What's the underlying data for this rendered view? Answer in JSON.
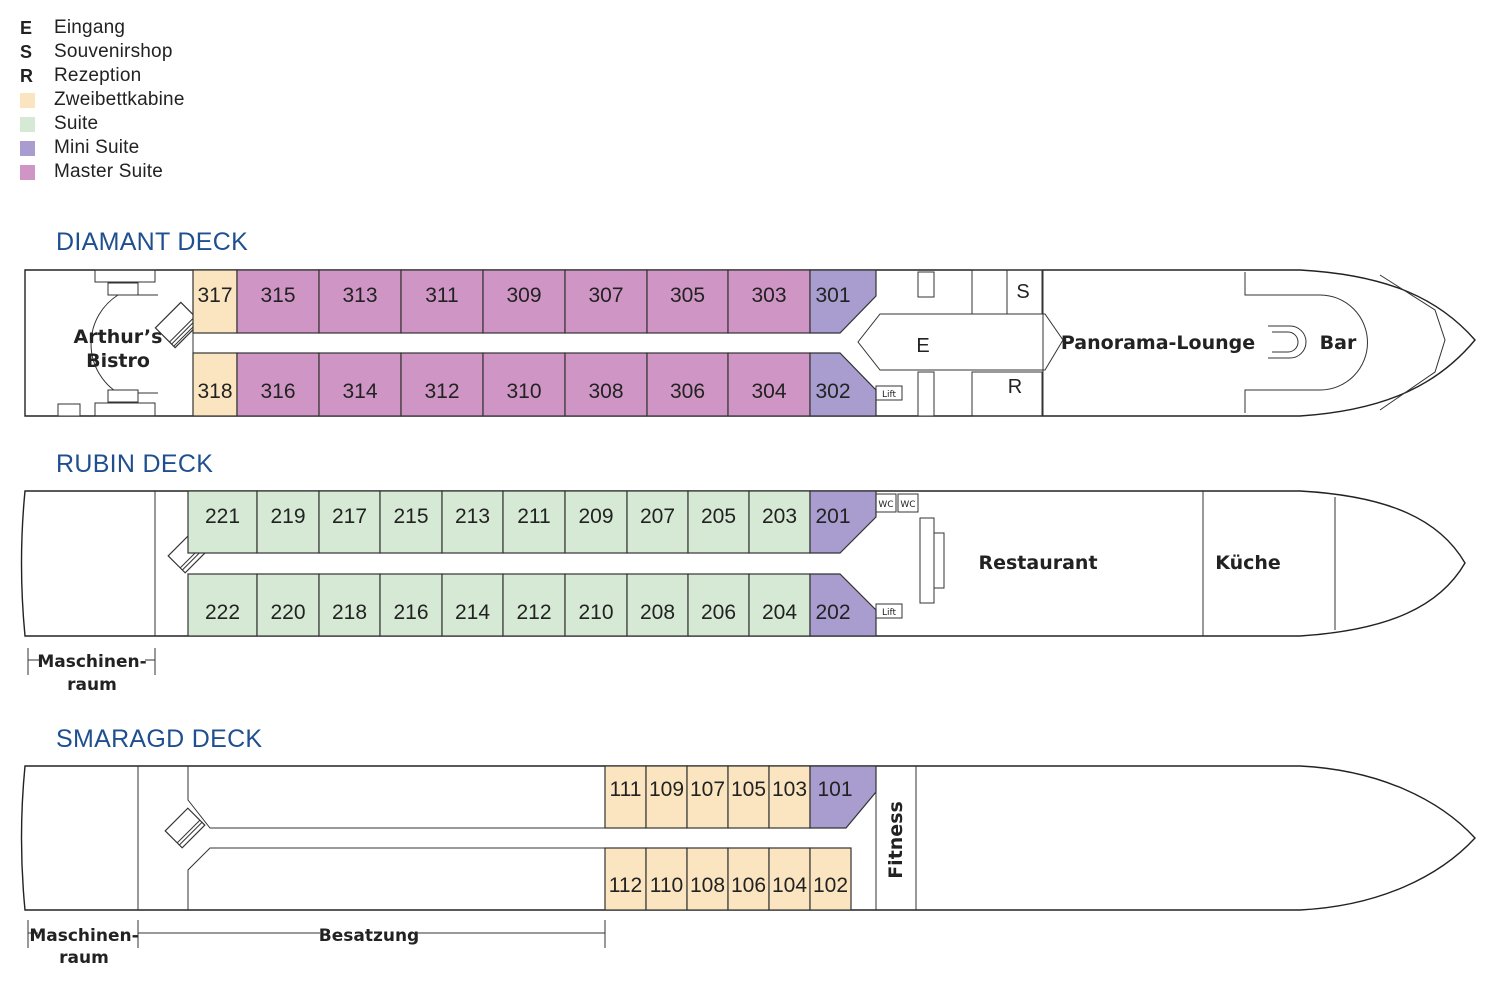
{
  "legend": [
    {
      "key": "E",
      "label": "Eingang"
    },
    {
      "key": "S",
      "label": "Souvenirshop"
    },
    {
      "key": "R",
      "label": "Rezeption"
    },
    {
      "swatch": "#fbe5c0",
      "label": "Zweibettkabine"
    },
    {
      "swatch": "#d5e9d5",
      "label": "Suite"
    },
    {
      "swatch": "#a99ccf",
      "label": "Mini Suite"
    },
    {
      "swatch": "#cf95c4",
      "label": "Master Suite"
    }
  ],
  "colors": {
    "twin": "#fbe5c0",
    "suite": "#d5e9d5",
    "mini_suite": "#a99ccf",
    "master_suite": "#cf95c4",
    "title": "#1f4f8f"
  },
  "decks": {
    "diamant": {
      "title": "DIAMANT DECK",
      "top_cabins": [
        "317",
        "315",
        "313",
        "311",
        "309",
        "307",
        "305",
        "303",
        "301"
      ],
      "bottom_cabins": [
        "318",
        "316",
        "314",
        "312",
        "310",
        "308",
        "306",
        "304",
        "302"
      ],
      "bistro": [
        "Arthur’s",
        "Bistro"
      ],
      "lounge": "Panorama-Lounge",
      "bar": "Bar",
      "entrance": "E",
      "shop": "S",
      "reception": "R",
      "lift": "Lift"
    },
    "rubin": {
      "title": "RUBIN DECK",
      "top_cabins": [
        "221",
        "219",
        "217",
        "215",
        "213",
        "211",
        "209",
        "207",
        "205",
        "203",
        "201"
      ],
      "bottom_cabins": [
        "222",
        "220",
        "218",
        "216",
        "214",
        "212",
        "210",
        "208",
        "206",
        "204",
        "202"
      ],
      "restaurant": "Restaurant",
      "kitchen": "Küche",
      "wc": "WC",
      "lift": "Lift",
      "engine_room": [
        "Maschinen-",
        "raum"
      ]
    },
    "smaragd": {
      "title": "SMARAGD DECK",
      "top_cabins": [
        "111",
        "109",
        "107",
        "105",
        "103",
        "101"
      ],
      "bottom_cabins": [
        "112",
        "110",
        "108",
        "106",
        "104",
        "102"
      ],
      "fitness": "Fitness",
      "crew": "Besatzung",
      "engine_room": [
        "Maschinen-",
        "raum"
      ]
    }
  }
}
